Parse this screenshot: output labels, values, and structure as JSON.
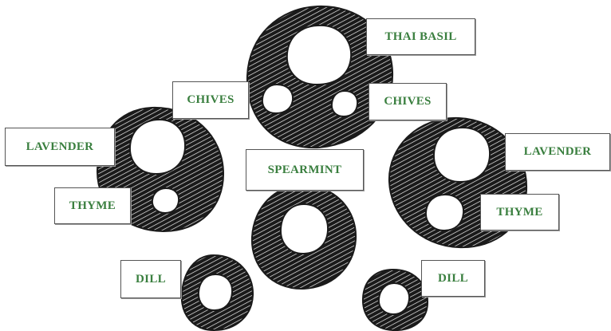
{
  "colors": {
    "label_text": "#3a7f3f",
    "ink": "#1a1a1a",
    "paper": "#ffffff"
  },
  "planters": [
    {
      "name": "top-planter",
      "holes": [
        {
          "label": "THAI BASIL"
        },
        {
          "label": "CHIVES"
        },
        {
          "label": "CHIVES"
        }
      ]
    },
    {
      "name": "left-planter",
      "holes": [
        {
          "label": "LAVENDER"
        },
        {
          "label": "THYME"
        }
      ]
    },
    {
      "name": "right-planter",
      "holes": [
        {
          "label": "LAVENDER"
        },
        {
          "label": "THYME"
        }
      ]
    },
    {
      "name": "center-planter",
      "holes": [
        {
          "label": "SPEARMINT"
        }
      ]
    },
    {
      "name": "bottom-left-planter",
      "holes": [
        {
          "label": "DILL"
        }
      ]
    },
    {
      "name": "bottom-right-planter",
      "holes": [
        {
          "label": "DILL"
        }
      ]
    }
  ]
}
